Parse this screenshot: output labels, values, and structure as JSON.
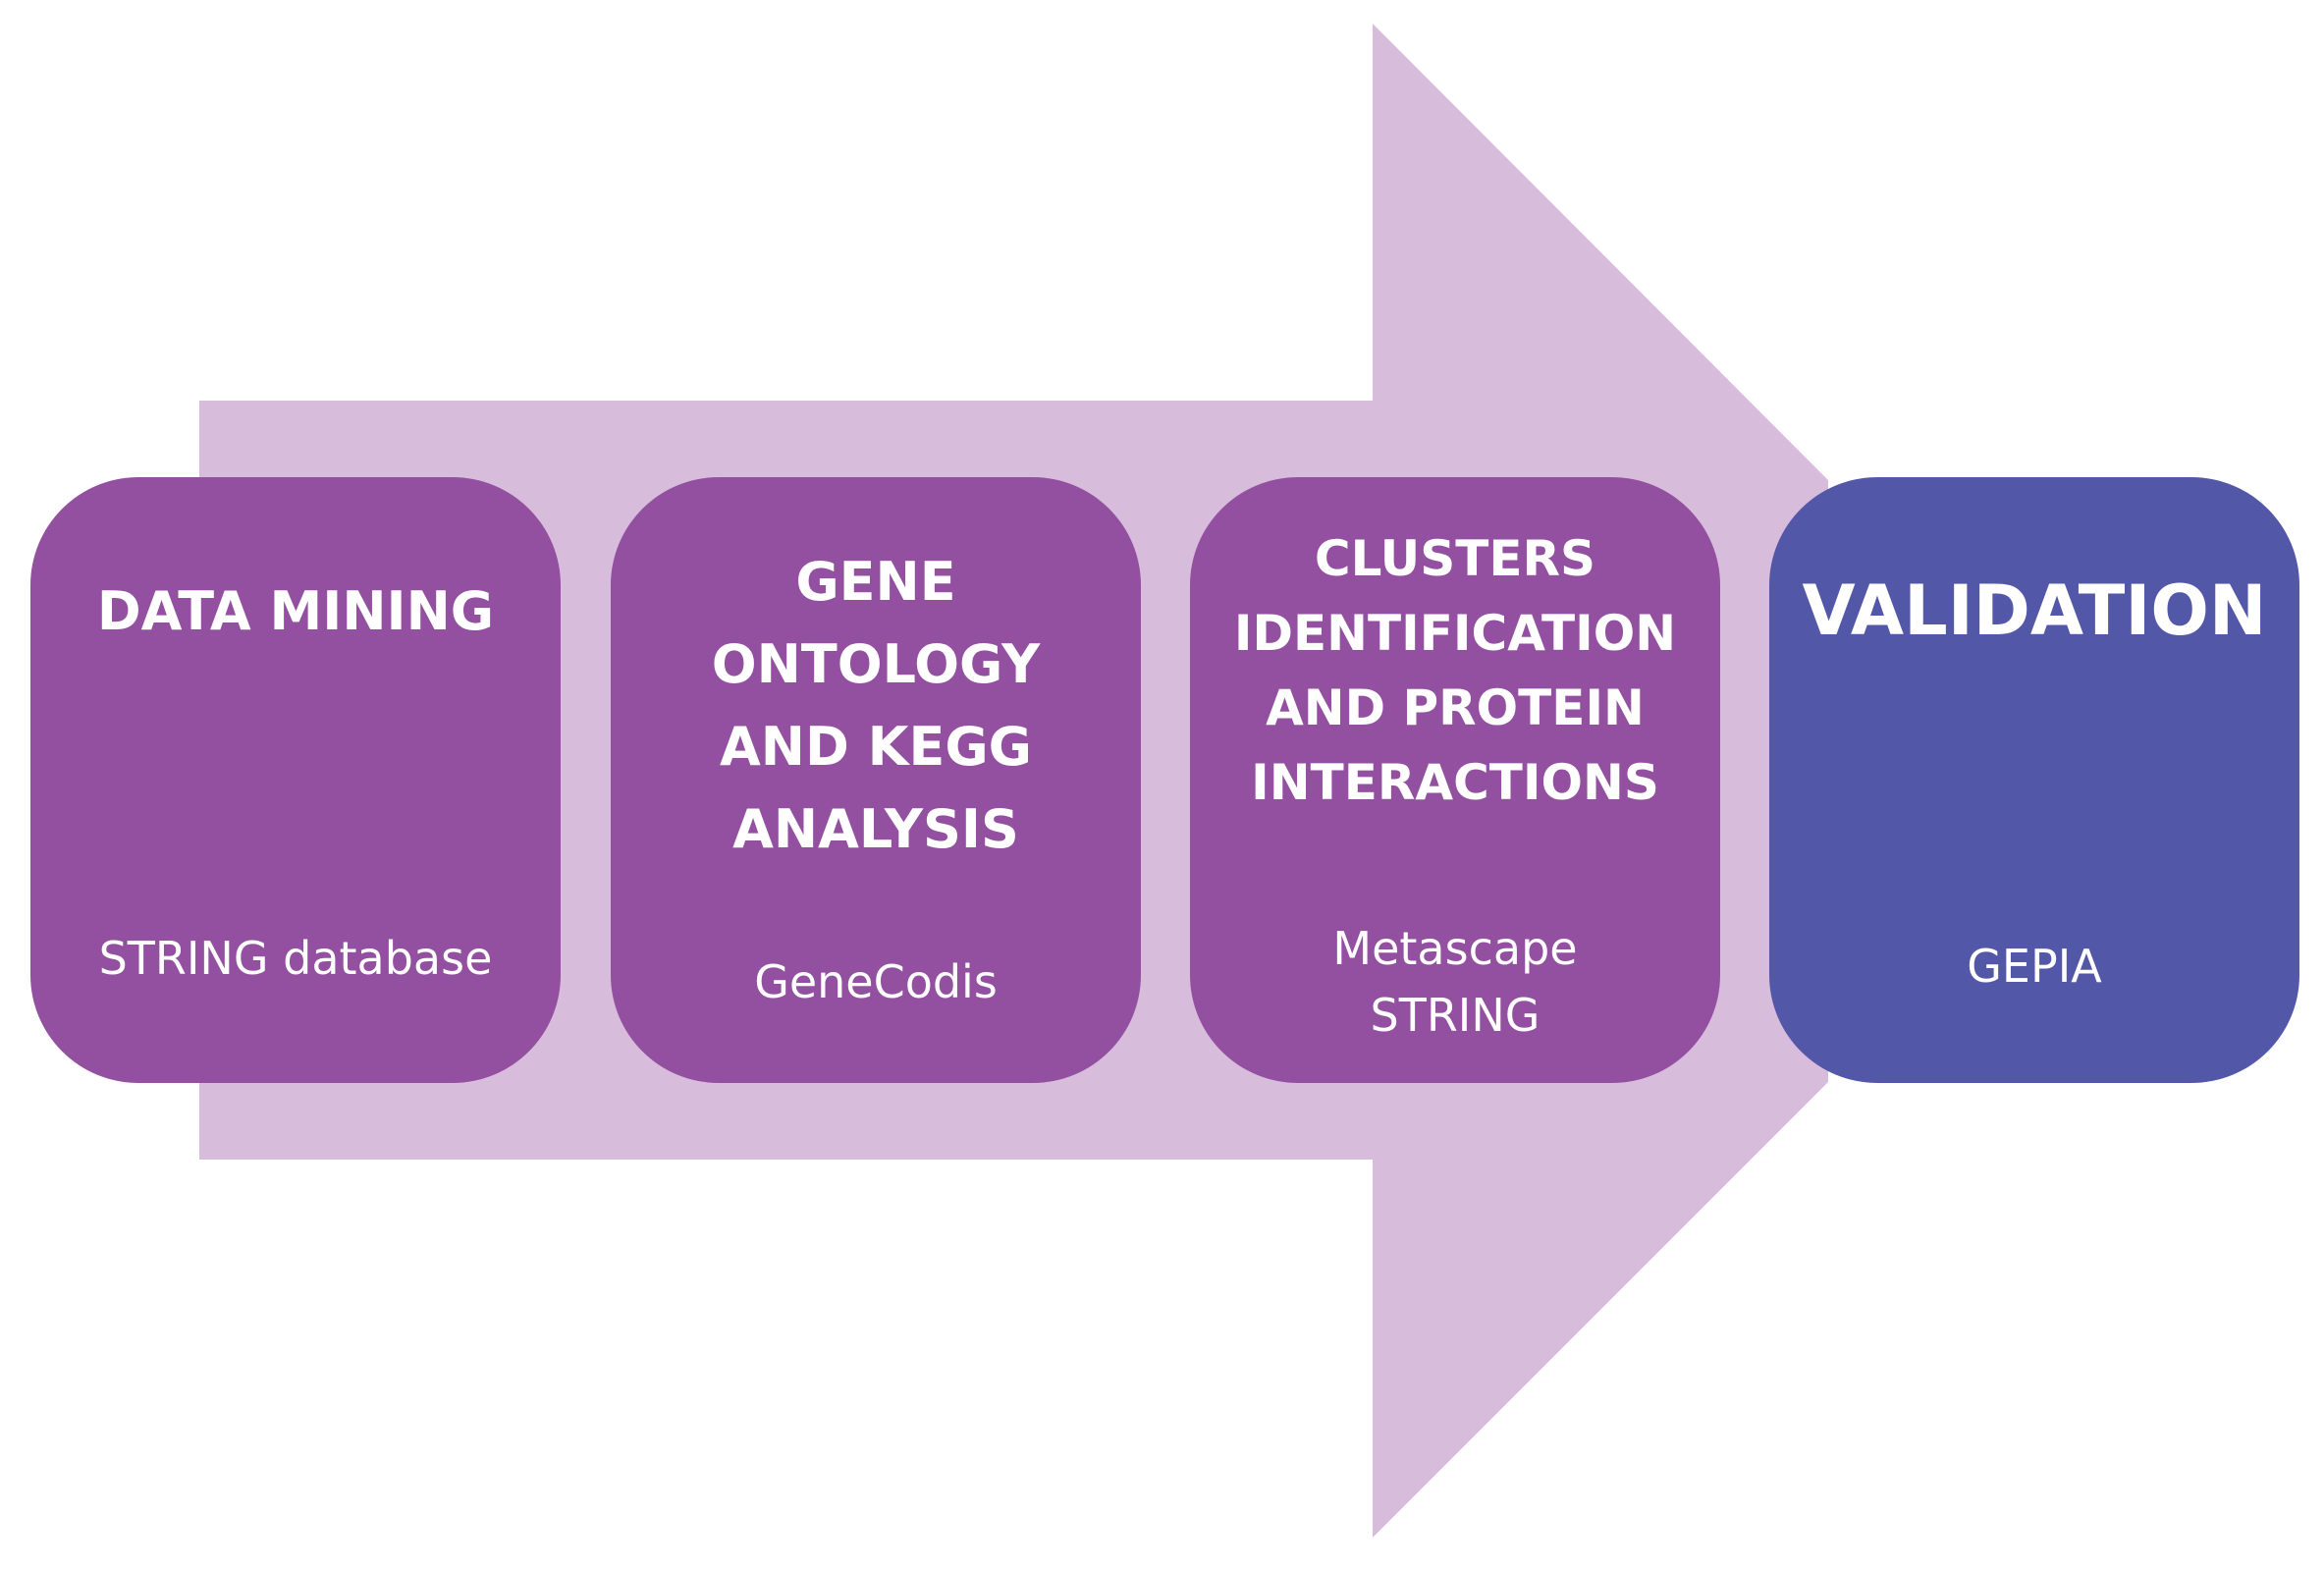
{
  "colors": {
    "arrow": "#d8bcdc",
    "stage_purple": "#9350a0",
    "stage_blue": "#5357a8",
    "text": "#ffffff"
  },
  "stages": [
    {
      "title": "DATA MINING",
      "tool": "STRING database",
      "color": "#9350a0"
    },
    {
      "title": "GENE\nONTOLOGY\nAND KEGG\nANALYSIS",
      "tool": "GeneCodis",
      "color": "#9350a0"
    },
    {
      "title": "CLUSTERS\nIDENTIFICATION\nAND PROTEIN\nINTERACTIONS",
      "tool": "Metascape\nSTRING",
      "color": "#9350a0"
    },
    {
      "title": "VALIDATION",
      "tool": "GEPIA",
      "color": "#5357a8"
    }
  ]
}
